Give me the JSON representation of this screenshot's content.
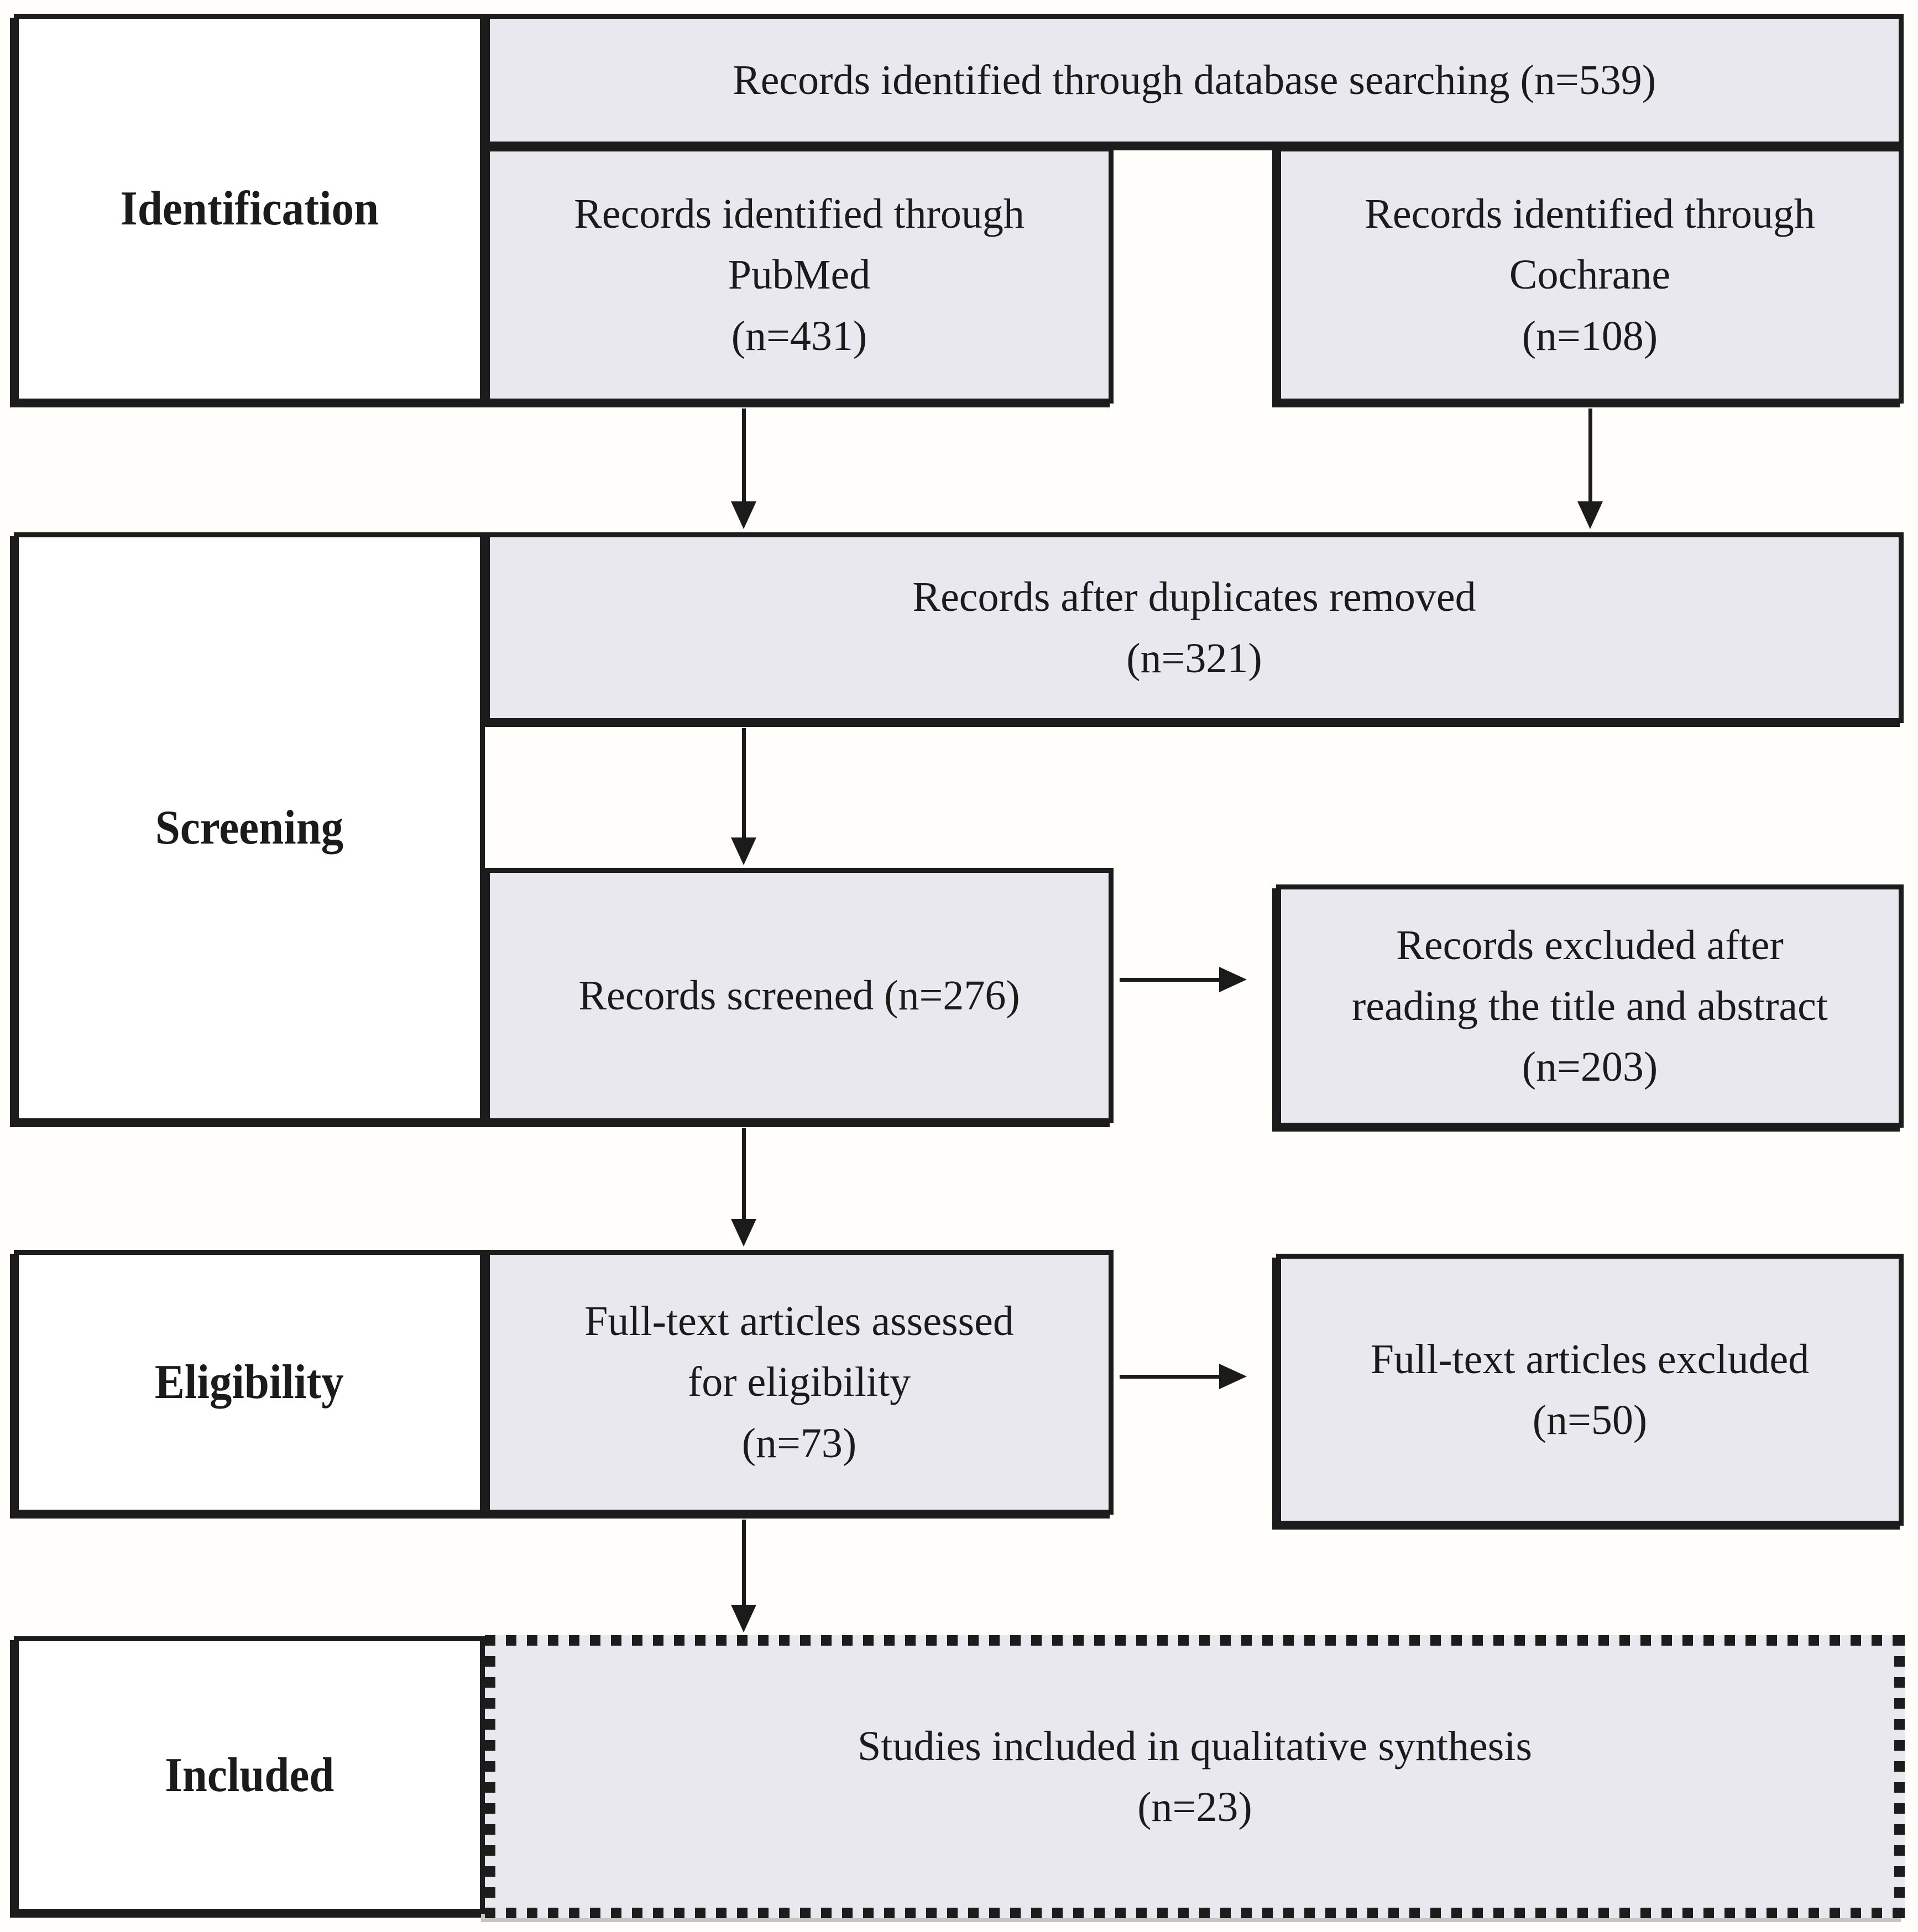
{
  "figure": {
    "type": "prisma-flow-diagram",
    "stage_labels": {
      "identification": "Identification",
      "screening": "Screening",
      "eligibility": "Eligibility",
      "included": "Included"
    },
    "boxes": {
      "database_search": {
        "n": 539,
        "lines": [
          "Records identified through database searching (n=539)"
        ]
      },
      "pubmed": {
        "n": 431,
        "lines": [
          "Records identified through",
          "PubMed",
          "(n=431)"
        ]
      },
      "cochrane": {
        "n": 108,
        "lines": [
          "Records identified through",
          "Cochrane",
          "(n=108)"
        ]
      },
      "duplicates_removed": {
        "n": 321,
        "lines": [
          "Records after duplicates removed",
          "(n=321)"
        ]
      },
      "screened": {
        "n": 276,
        "lines": [
          "Records screened (n=276)"
        ]
      },
      "excluded_title_abstract": {
        "n": 203,
        "lines": [
          "Records excluded after",
          "reading the title and abstract",
          "(n=203)"
        ]
      },
      "fulltext_assessed": {
        "n": 73,
        "lines": [
          "Full-text articles assessed",
          "for eligibility",
          "(n=73)"
        ]
      },
      "fulltext_excluded": {
        "n": 50,
        "lines": [
          "Full-text articles excluded",
          "(n=50)"
        ]
      },
      "qualitative_synthesis": {
        "n": 23,
        "lines": [
          "Studies included in qualitative synthesis",
          "(n=23)"
        ]
      }
    },
    "colors": {
      "box_fill": "#eae8ef",
      "border": "#1c1c1c",
      "text": "#1b1b1b",
      "background": "#fffefb"
    }
  }
}
